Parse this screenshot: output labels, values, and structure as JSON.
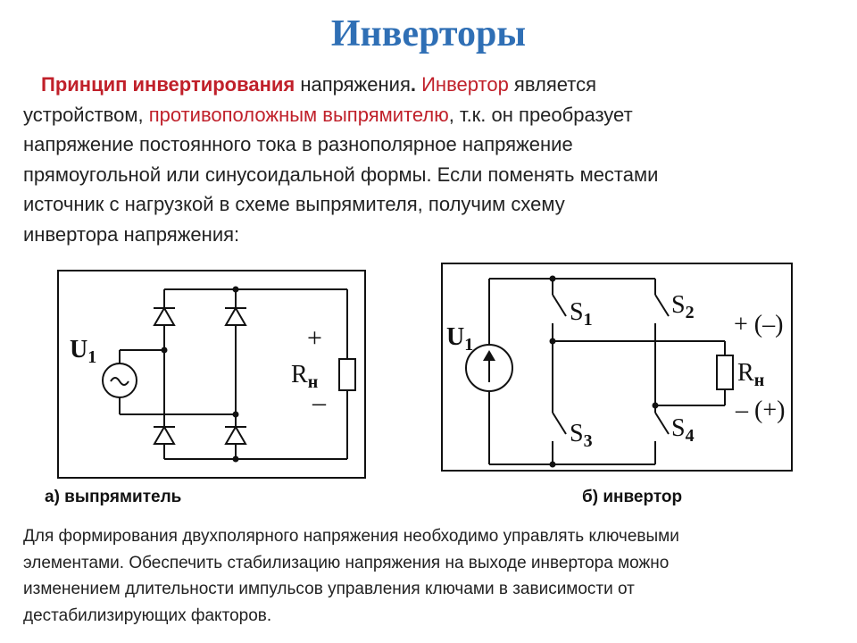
{
  "title": "Инверторы",
  "intro": {
    "principle": "Принцип инвертирования",
    "rest_1": " напряжения",
    "dot": ". ",
    "inverter": "Инвертор",
    "rest_2": " является",
    "line_2_a": "устройством, ",
    "opposite": "противоположным выпрямителю",
    "line_2_b": ", т.к. он преобразует",
    "line_3": "напряжение постоянного тока в разнополярное напряжение",
    "line_4": "прямоугольной или синусоидальной формы. Если поменять местами",
    "line_5": "источник с нагрузкой в схеме выпрямителя, получим схему",
    "line_6": "инвертора напряжения:"
  },
  "rectifier": {
    "source_label": "U",
    "source_sub": "1",
    "plus": "+",
    "minus": "–",
    "load_label": "R",
    "load_sub": "н",
    "caption": "а) выпрямитель"
  },
  "inverter": {
    "source_label": "U",
    "source_sub": "1",
    "s1": "S",
    "s1_sub": "1",
    "s2": "S",
    "s2_sub": "2",
    "s3": "S",
    "s3_sub": "3",
    "s4": "S",
    "s4_sub": "4",
    "top_pol": "+ (–)",
    "bot_pol": "– (+)",
    "load_label": "R",
    "load_sub": "н",
    "caption": "б) инвертор"
  },
  "outro": {
    "line_1": "Для формирования двухполярного напряжения необходимо управлять ключевыми",
    "line_2": "элементами. Обеспечить стабилизацию напряжения на выходе инвертора можно",
    "line_3": "изменением длительности импульсов управления ключами в зависимости от",
    "line_4": "дестабилизирующих факторов."
  }
}
